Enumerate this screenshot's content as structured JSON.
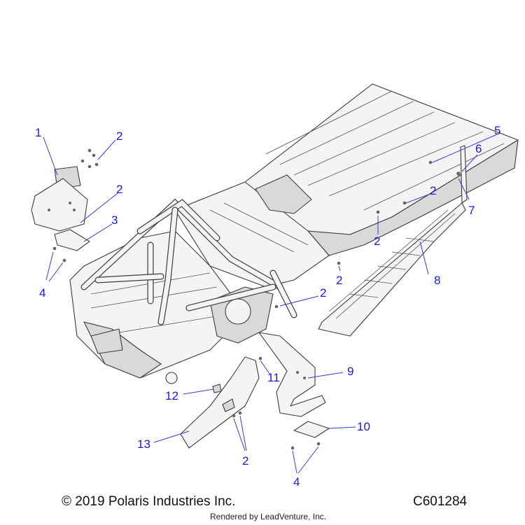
{
  "callouts": {
    "c1": "1",
    "c2a": "2",
    "c2b": "2",
    "c3": "3",
    "c4a": "4",
    "c5": "5",
    "c6": "6",
    "c7": "7",
    "c2c": "2",
    "c2d": "2",
    "c2e": "2",
    "c2f": "2",
    "c8": "8",
    "c9": "9",
    "c11": "11",
    "c12": "12",
    "c13": "13",
    "c2g": "2",
    "c10": "10",
    "c4b": "4"
  },
  "footer": {
    "copyright": "© 2019 Polaris Industries Inc.",
    "figure_id": "C601284",
    "rendered_by": "Rendered by LeadVenture, Inc."
  },
  "colors": {
    "callout": "#1a1adb",
    "line_art": "#3c3c3c"
  }
}
